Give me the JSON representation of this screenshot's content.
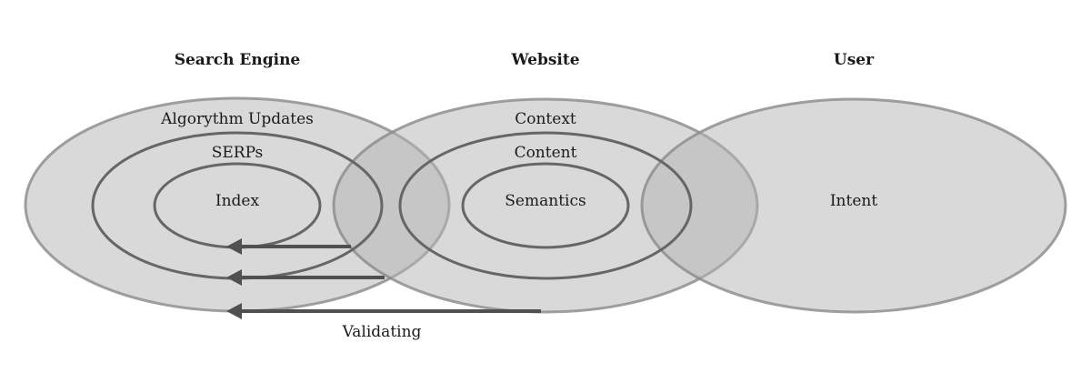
{
  "headers": {
    "search_engine": "Search Engine",
    "website": "Website",
    "user": "User"
  },
  "search_engine": {
    "outer": "Algorythm Updates",
    "middle": "SERPs",
    "inner": "Index"
  },
  "website": {
    "outer": "Context",
    "middle": "Content",
    "inner": "Semantics"
  },
  "user": {
    "outer": "Intent"
  },
  "arrows": {
    "label": "Validating"
  },
  "colors": {
    "fill": "#c8c8c8",
    "stroke_outer": "#8a8a8a",
    "stroke_inner": "#666666",
    "arrow": "#505050",
    "text": "#1a1a1a"
  }
}
